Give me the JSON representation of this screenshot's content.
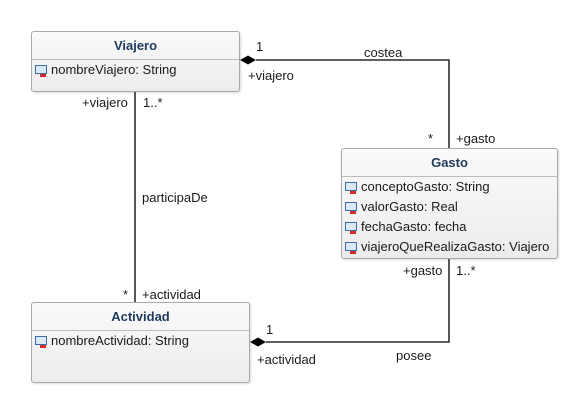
{
  "classes": {
    "viajero": {
      "name": "Viajero",
      "attributes": [
        "nombreViajero: String"
      ]
    },
    "gasto": {
      "name": "Gasto",
      "attributes": [
        "conceptoGasto: String",
        "valorGasto: Real",
        "fechaGasto: fecha",
        "viajeroQueRealizaGasto: Viajero"
      ]
    },
    "actividad": {
      "name": "Actividad",
      "attributes": [
        "nombreActividad: String"
      ]
    }
  },
  "associations": {
    "costea": {
      "name": "costea",
      "end_a_role": "+viajero",
      "end_a_mult": "1",
      "end_b_role": "+gasto",
      "end_b_mult": "*"
    },
    "participa": {
      "name": "participaDe",
      "end_a_role": "+viajero",
      "end_a_mult": "1..*",
      "end_b_role": "+actividad",
      "end_b_mult": "*"
    },
    "posee": {
      "name": "posee",
      "end_a_role": "+gasto",
      "end_a_mult": "1..*",
      "end_b_role": "+actividad",
      "end_b_mult": "1"
    }
  },
  "colors": {
    "class_title": "#1f3a5c",
    "line": "#000000",
    "attr_icon_border": "#3a6ea5",
    "attr_icon_mark": "#d42a2a"
  },
  "icons": {
    "attribute": "attribute-icon",
    "composition_end": "filled-diamond"
  }
}
